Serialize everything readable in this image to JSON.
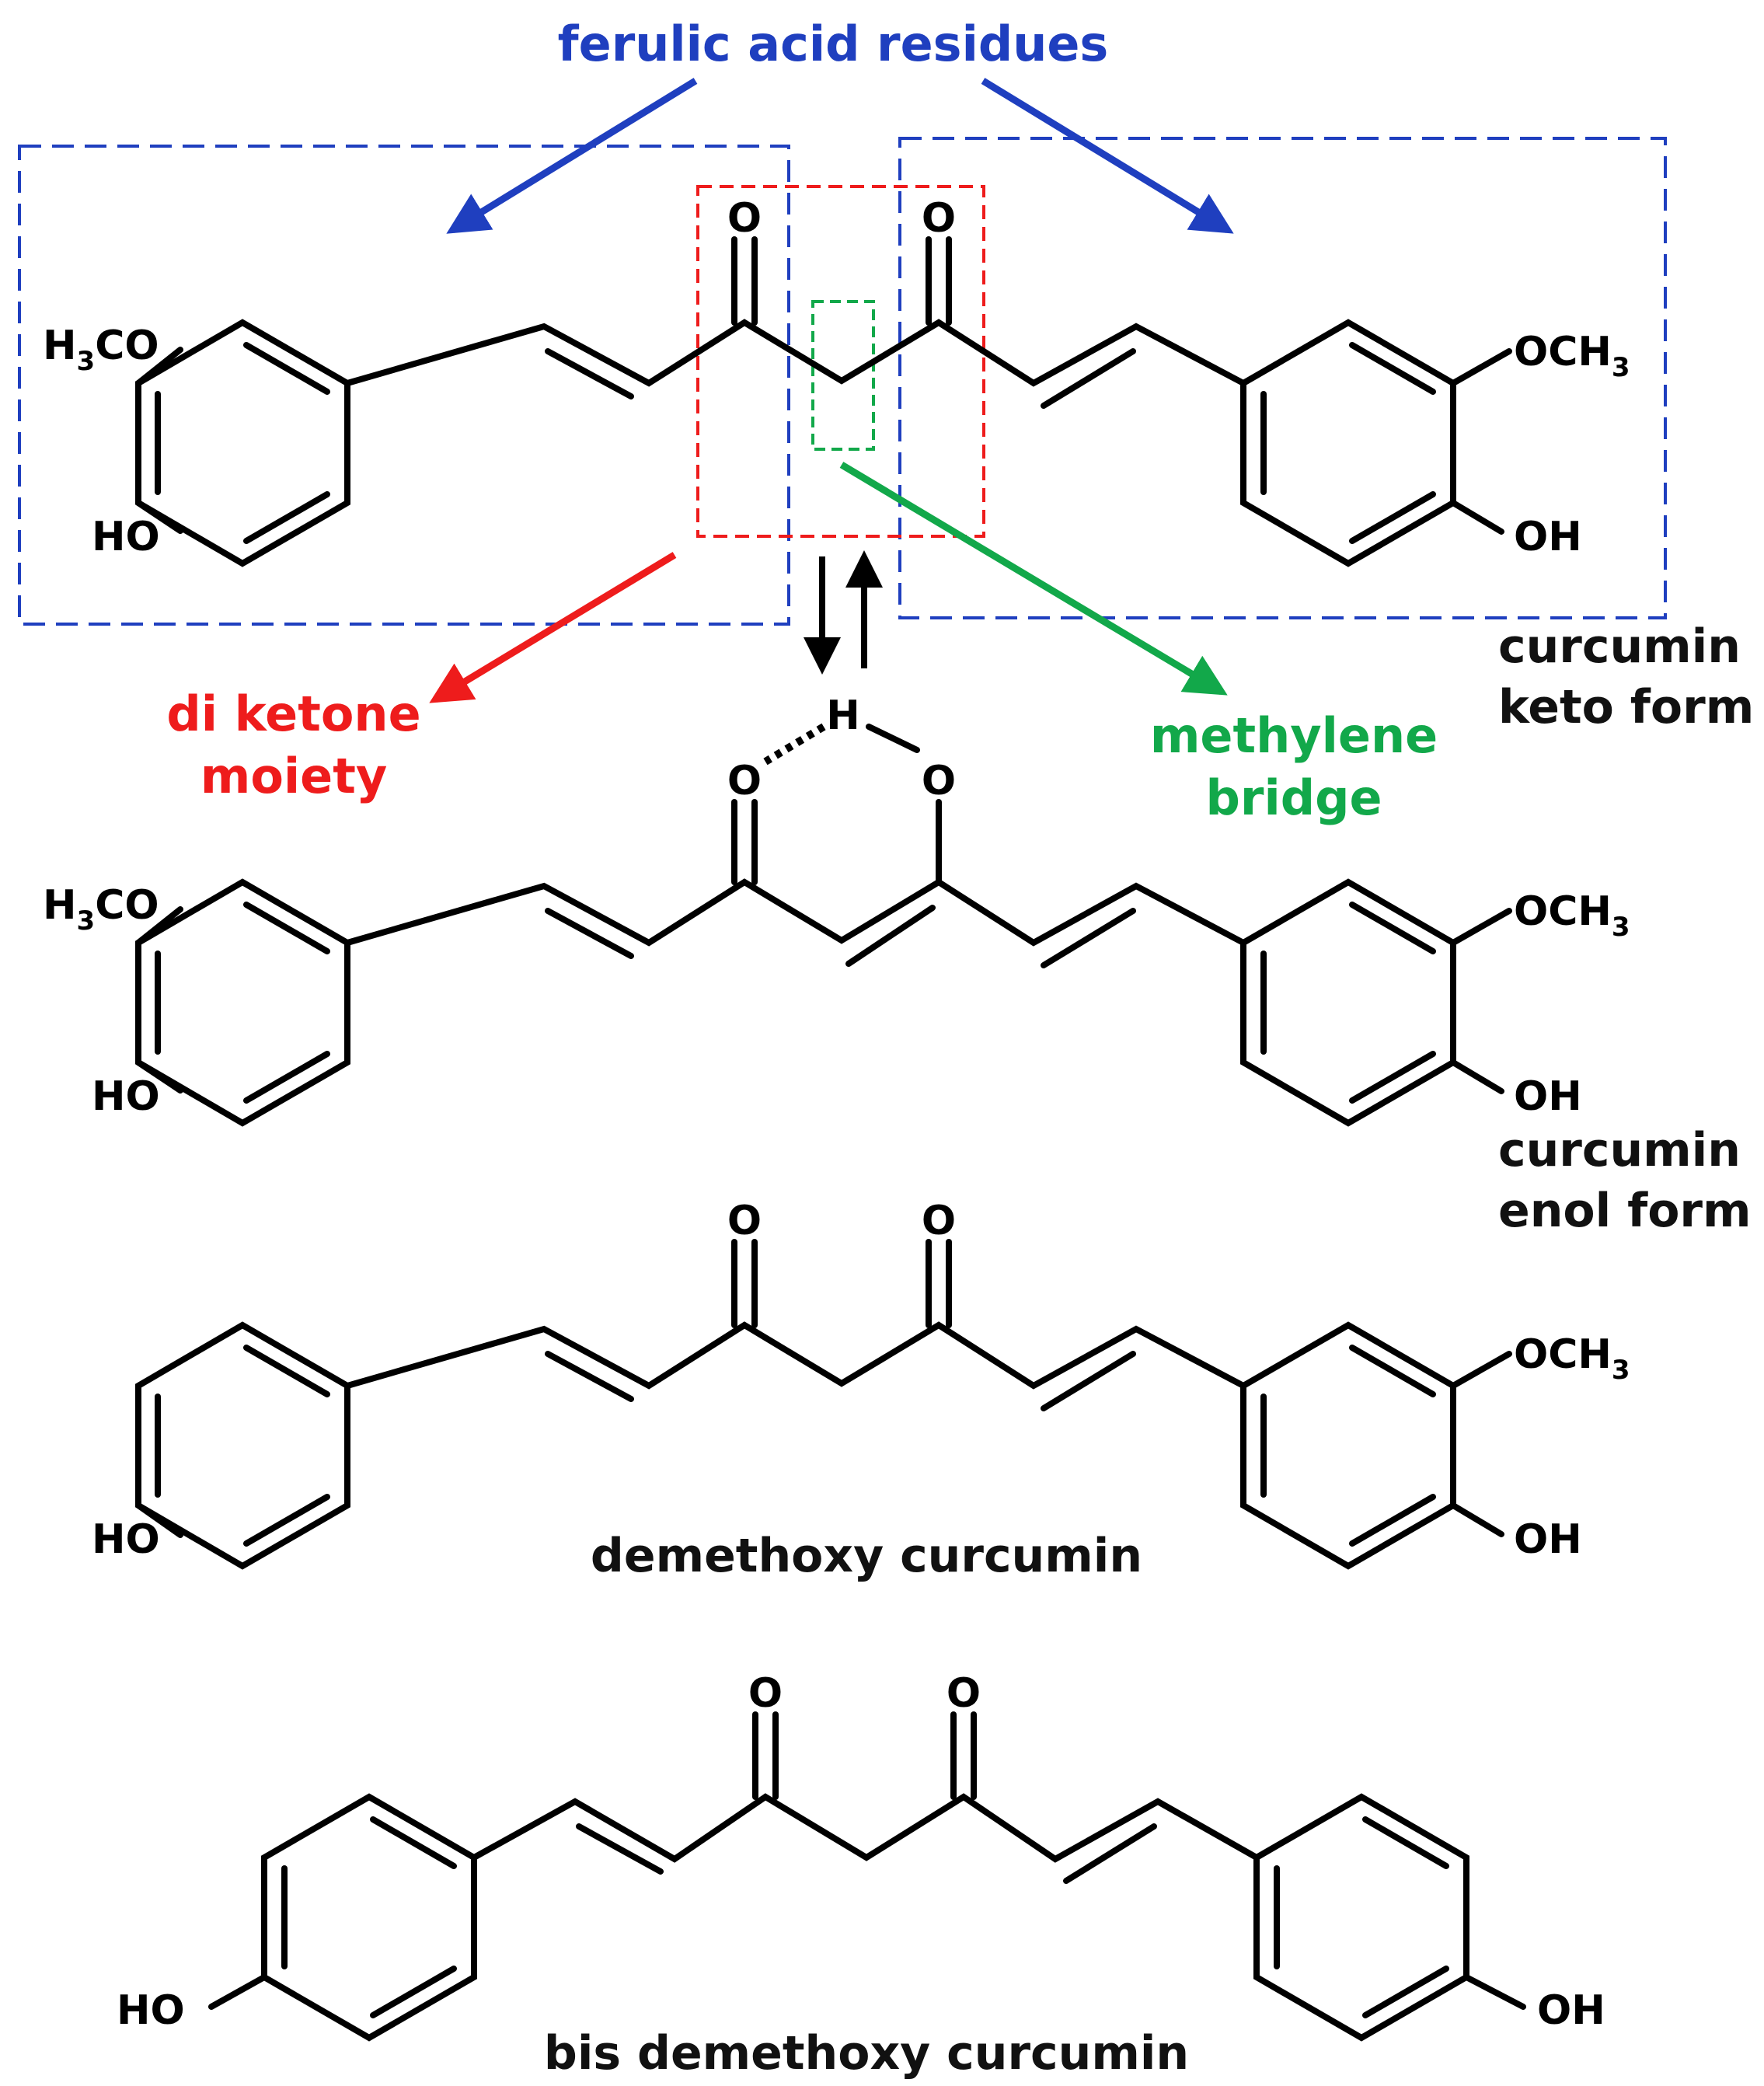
{
  "colors": {
    "ferulic": "#1f3fbf",
    "diketone": "#ee1c1c",
    "methylene": "#12a84a",
    "bond": "#000000"
  },
  "annotations": {
    "ferulic": "ferulic acid residues",
    "diketone_line1": "di ketone",
    "diketone_line2": "moiety",
    "methylene_line1": "methylene",
    "methylene_line2": "bridge"
  },
  "atoms": {
    "H3CO": {
      "main": "H",
      "sub": "3",
      "rest": "CO"
    },
    "OCH3": {
      "main": "OCH",
      "sub": "3"
    },
    "HO": "HO",
    "OH": "OH",
    "O": "O",
    "H": "H"
  },
  "captions": {
    "keto1": "curcumin",
    "keto2": "keto form",
    "enol1": "curcumin",
    "enol2": "enol form",
    "demethoxy": "demethoxy curcumin",
    "bis": "bis demethoxy curcumin"
  }
}
